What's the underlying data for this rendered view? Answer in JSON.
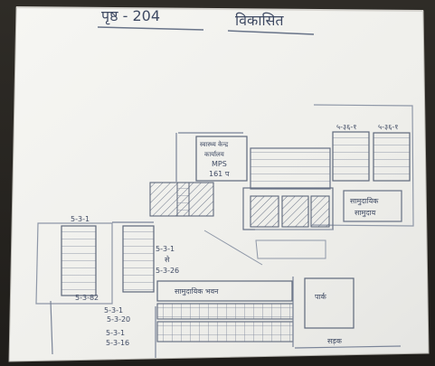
{
  "header": {
    "page_number": "पृष्ठ - 204",
    "title": "विकासित"
  },
  "blocks": {
    "top_right_left_label": "५-३६-१",
    "top_right_right_label": "५-३६-१",
    "top_right_caption_line1": "सामुदायिक",
    "top_right_caption_line2": "सामुदाय",
    "center_top_line1": "स्वास्थ्य केन्द्र",
    "center_top_line2": "कार्यालय",
    "center_top_line3": "MPS",
    "center_top_line4": "161 प",
    "left_label": "5-3-1",
    "left_bottom_label": "5-3-82",
    "mid_label_1": "5-3-1",
    "mid_label_2": "से",
    "mid_label_3": "5-3-26",
    "middle_band_label": "सामुदायिक भवन",
    "right_box_label": "पार्क",
    "bottom_left_label_1": "5-3-1",
    "bottom_left_label_2": "5-3-20",
    "bottom_left_label_3": "5-3-1",
    "bottom_left_label_4": "5-3-16",
    "bottom_right_label": "सड़क"
  }
}
